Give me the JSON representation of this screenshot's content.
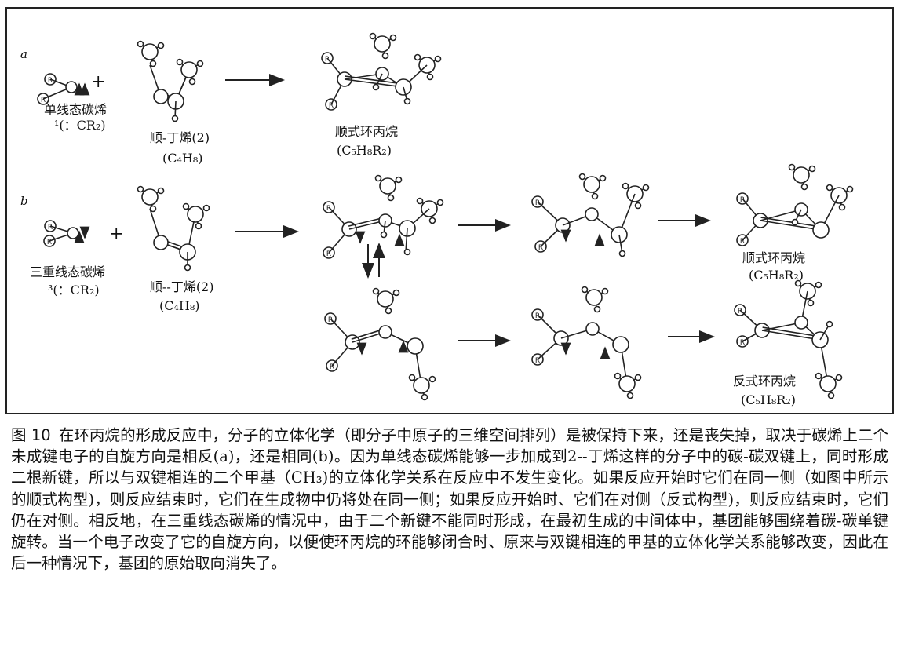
{
  "figure": {
    "panel_a_label": "a",
    "panel_b_label": "b",
    "plus_sign": "+",
    "radical_label": "R",
    "a": {
      "singlet_carbene_name": "单线态碳烯",
      "singlet_carbene_formula": "¹(：CR₂)",
      "butene_name": "顺-丁烯(2)",
      "butene_formula": "(C₄H₈)",
      "product_name": "顺式环丙烷",
      "product_formula": "(C₅H₈R₂)"
    },
    "b": {
      "triplet_carbene_name": "三重线态碳烯",
      "triplet_carbene_formula": "³(：CR₂)",
      "butene_name": "顺--丁烯(2)",
      "butene_formula": "(C₄H₈)",
      "cis_product_name": "顺式环丙烷",
      "cis_product_formula": "(C₅H₈R₂)",
      "trans_product_name": "反式环丙烷",
      "trans_product_formula": "(C₅H₈R₂)"
    }
  },
  "caption": {
    "figure_number": "图 10",
    "text": "在环丙烷的形成反应中，分子的立体化学（即分子中原子的三维空间排列）是被保持下来，还是丧失掉，取决于碳烯上二个未成键电子的自旋方向是相反(a)，还是相同(b)。因为单线态碳烯能够一步加成到2--丁烯这样的分子中的碳-碳双键上，同时形成二根新键，所以与双键相连的二个甲基（CH₃)的立体化学关系在反应中不发生变化。如果反应开始时它们在同一侧（如图中所示的顺式构型)，则反应结束时，它们在生成物中仍将处在同一侧；如果反应开始时、它们在对侧（反式构型)，则反应结束时，它们仍在对侧。相反地，在三重线态碳烯的情况中，由于二个新键不能同时形成，在最初生成的中间体中，基团能够围绕着碳-碳单键旋转。当一个电子改变了它的自旋方向，以便使环丙烷的环能够闭合时、原来与双键相连的甲基的立体化学关系能够改变，因此在后一种情况下，基团的原始取向消失了。"
  }
}
